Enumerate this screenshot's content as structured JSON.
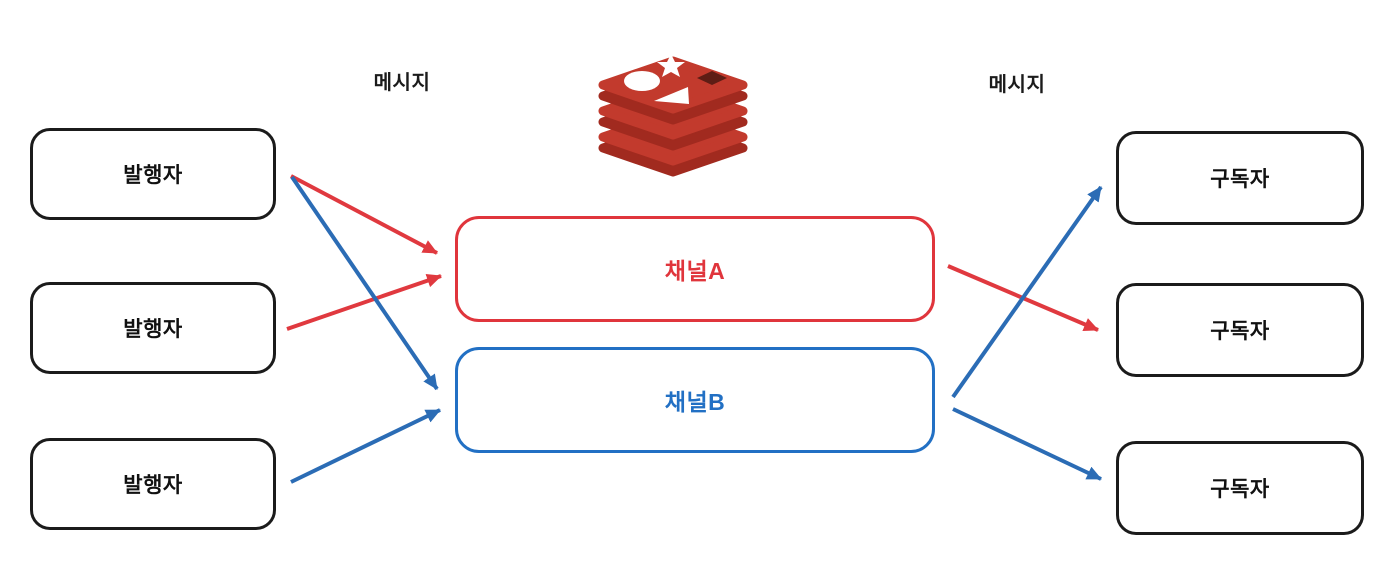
{
  "diagram": {
    "kind": "redis-pub-sub-diagram",
    "message_label_left": "메시지",
    "message_label_right": "메시지",
    "publishers": [
      {
        "label": "발행자"
      },
      {
        "label": "발행자"
      },
      {
        "label": "발행자"
      }
    ],
    "channels": [
      {
        "label": "채널A",
        "color": "#e0353c"
      },
      {
        "label": "채널B",
        "color": "#2270c4"
      }
    ],
    "subscribers": [
      {
        "label": "구독자"
      },
      {
        "label": "구독자"
      },
      {
        "label": "구독자"
      }
    ],
    "broker": {
      "icon": "redis-logo"
    },
    "colors": {
      "background": "#ffffff",
      "node_border": "#1b1b1b",
      "channel_a_red": "#e0353c",
      "channel_b_blue": "#2270c4",
      "arrow_red": "#e0393f",
      "arrow_blue": "#2b6cb5",
      "redis_face": "#c23a2d",
      "redis_side": "#a12a1f",
      "redis_hole": "#5e1d15"
    },
    "connections": [
      {
        "from": "publisher-1",
        "to": "channel-a",
        "color": "red"
      },
      {
        "from": "publisher-1",
        "to": "channel-b",
        "color": "blue"
      },
      {
        "from": "publisher-2",
        "to": "channel-a",
        "color": "red"
      },
      {
        "from": "publisher-3",
        "to": "channel-b",
        "color": "blue"
      },
      {
        "from": "channel-a",
        "to": "subscriber-2",
        "color": "red"
      },
      {
        "from": "channel-b",
        "to": "subscriber-1",
        "color": "blue"
      },
      {
        "from": "channel-b",
        "to": "subscriber-3",
        "color": "blue"
      }
    ]
  }
}
